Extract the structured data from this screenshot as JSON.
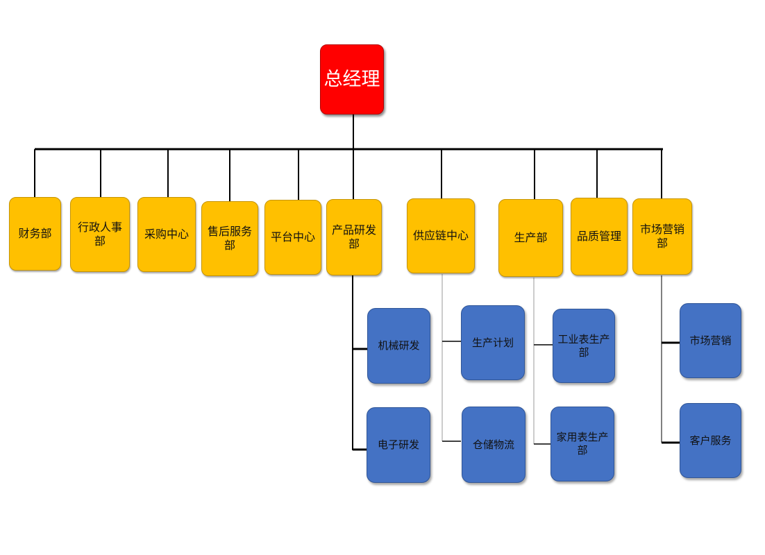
{
  "root": "总经理",
  "departments": [
    {
      "label": "财务部"
    },
    {
      "label": "行政人事部"
    },
    {
      "label": "采购中心"
    },
    {
      "label": "售后服务部"
    },
    {
      "label": "平台中心"
    },
    {
      "label": "产品研发部"
    },
    {
      "label": "供应链中心"
    },
    {
      "label": "生产部"
    },
    {
      "label": "品质管理"
    },
    {
      "label": "市场营销部"
    }
  ],
  "sub_units": {
    "rd": [
      "机械研发",
      "电子研发"
    ],
    "supply": [
      "生产计划",
      "仓储物流"
    ],
    "production": [
      "工业表生产部",
      "家用表生产部"
    ],
    "marketing": [
      "市场营销",
      "客户服务"
    ]
  },
  "colors": {
    "root": "#ff0000",
    "department": "#ffc000",
    "sub_unit": "#4472c4",
    "connector": "#000000"
  }
}
